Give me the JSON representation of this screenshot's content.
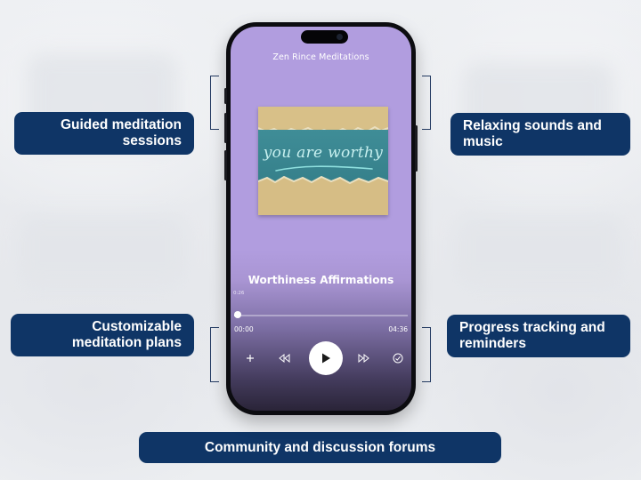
{
  "features": {
    "guided": [
      "Guided meditation",
      "sessions"
    ],
    "sounds": [
      "Relaxing sounds and",
      "music"
    ],
    "plans": [
      "Customizable",
      "meditation plans"
    ],
    "progress": [
      "Progress tracking and",
      "reminders"
    ],
    "community": "Community and discussion forums"
  },
  "player": {
    "app_title": "Zen Rince Meditations",
    "cover_text": "you are worthy",
    "track_title": "Worthiness Affirmations",
    "elapsed_small": "0:26",
    "time_start": "00:00",
    "time_end": "04:36",
    "progress_fraction": 0.02
  },
  "icons": {
    "add": "plus-icon",
    "previous": "rewind-icon",
    "play": "play-icon",
    "next": "fast-forward-icon",
    "done": "check-circle-icon"
  },
  "colors": {
    "label_bg": "#0f3566",
    "screen_lavender": "#b19ddf",
    "cover_teal": "#3f8d97",
    "cover_paper": "#cdb57e"
  }
}
